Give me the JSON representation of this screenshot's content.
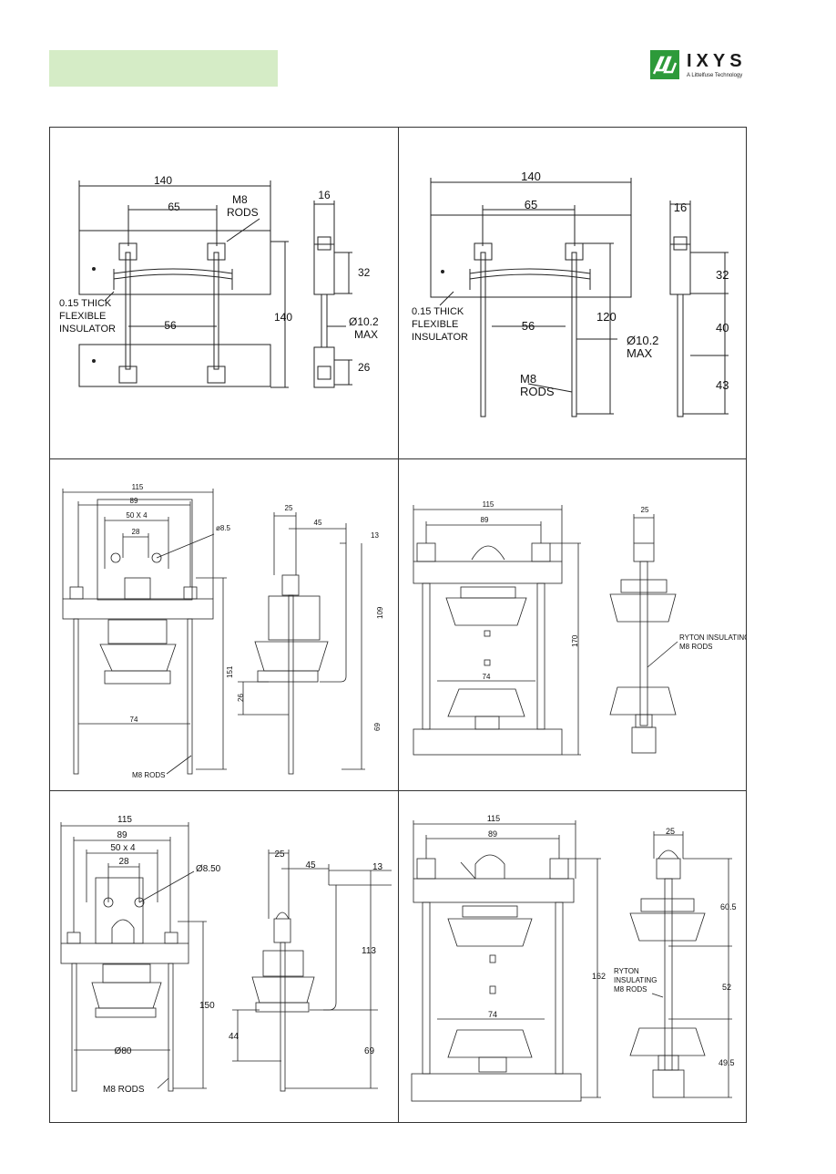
{
  "header": {
    "logo_text": "IXYS",
    "logo_tagline": "A Littelfuse Technology",
    "brand_color": "#2d9a3a",
    "header_box_color": "#d5ecc6"
  },
  "panels": {
    "p1": {
      "width_total": "140",
      "rod_spacing": "65",
      "rod_label_1": "M8",
      "rod_label_2": "RODS",
      "side_width": "16",
      "height": "140",
      "inner": "56",
      "insul_1": "0.15 THICK",
      "insul_2": "FLEXIBLE",
      "insul_3": "INSULATOR",
      "top_dim": "32",
      "dia_1": "Ø10.2",
      "dia_2": "MAX",
      "bottom_dim": "26"
    },
    "p2": {
      "width_total": "140",
      "rod_spacing": "65",
      "side_width": "16",
      "insul_1": "0.15 THICK",
      "insul_2": "FLEXIBLE",
      "insul_3": "INSULATOR",
      "inner": "56",
      "height": "120",
      "dia_1": "Ø10.2",
      "dia_2": "MAX",
      "rod_label_1": "M8",
      "rod_label_2": "RODS",
      "dim_a": "32",
      "dim_b": "40",
      "dim_c": "43"
    },
    "p3": {
      "w115": "115",
      "w89": "89",
      "w50": "50 X 4",
      "w28": "28",
      "hole": "ø8.5",
      "w74": "74",
      "h151": "151",
      "rods": "M8 RODS",
      "s25": "25",
      "s45": "45",
      "s13": "13",
      "s109": "109",
      "s26": "26",
      "s69": "69"
    },
    "p4": {
      "w115": "115",
      "w89": "89",
      "w74": "74",
      "h170": "170",
      "s25": "25",
      "ryton_1": "RYTON INSULATING",
      "ryton_2": "M8 RODS"
    },
    "p5": {
      "w115": "115",
      "w89": "89",
      "w50": "50 x 4",
      "w28": "28",
      "hole": "Ø8.50",
      "dia80": "Ø80",
      "h150": "150",
      "rods": "M8 RODS",
      "s25": "25",
      "s45": "45",
      "s13": "13",
      "s113": "113",
      "s44": "44",
      "s69": "69"
    },
    "p6": {
      "w115": "115",
      "w89": "89",
      "w74": "74",
      "h162": "162",
      "s25": "25",
      "s60": "60.5",
      "s52": "52",
      "s49": "49.5",
      "ryton_1": "RYTON",
      "ryton_2": "INSULATING",
      "ryton_3": "M8 RODS"
    }
  }
}
